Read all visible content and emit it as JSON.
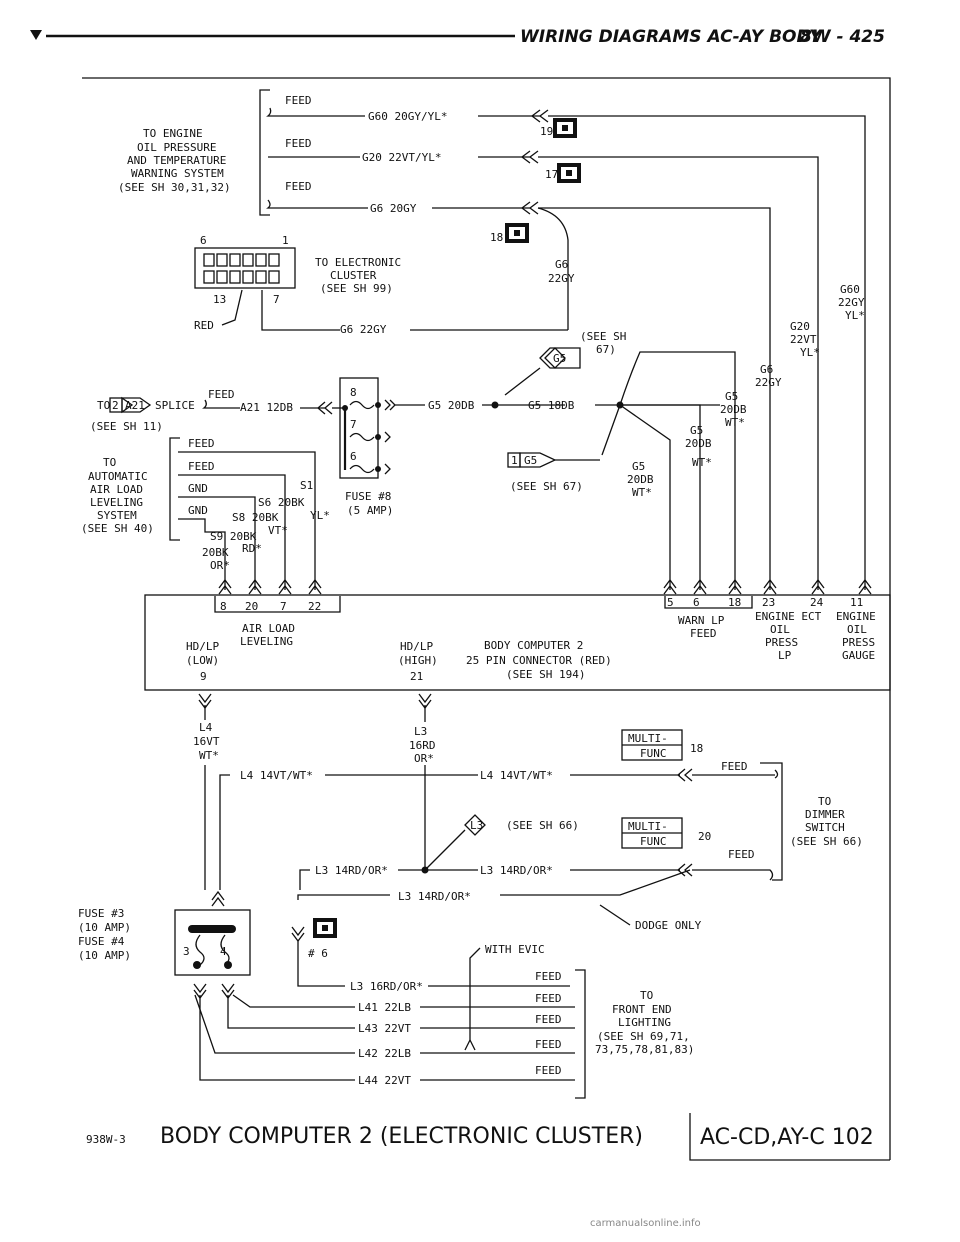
{
  "header": {
    "title": "WIRING DIAGRAMS AC-AY BODY",
    "page": "8W - 425"
  },
  "oil_system": {
    "lines": [
      "TO ENGINE",
      "OIL PRESSURE",
      "AND TEMPERATURE",
      "WARNING SYSTEM",
      "(SEE SH 30,31,32)"
    ],
    "feed": "FEED",
    "wire_g60": "G60 20GY/YL*",
    "wire_g20": "G20 22VT/YL*",
    "wire_g6": "G6 20GY",
    "conn_19": "19",
    "conn_17": "17",
    "conn_18": "18"
  },
  "cluster": {
    "pin_6": "6",
    "pin_1": "1",
    "pin_13": "13",
    "pin_7": "7",
    "lines": [
      "TO ELECTRONIC",
      "CLUSTER",
      "(SEE SH 99)"
    ],
    "red": "RED",
    "wire_g6_22gy": "G6 22GY",
    "g6": "G6",
    "g6_gauge": "22GY"
  },
  "splice": {
    "to": "TO",
    "splice_num": "2",
    "splice_id": "A21",
    "splice_text": "SPLICE",
    "feed": "FEED",
    "wire_a21": "A21 12DB",
    "see": "(SEE SH 11)"
  },
  "fuse8": {
    "pin8": "8",
    "pin7": "7",
    "pin6": "6",
    "label": "FUSE #8",
    "amp": "(5 AMP)",
    "wire_g5": "G5 20DB"
  },
  "g5": {
    "wire_18db": "G5 18DB",
    "see67_a": "(SEE SH",
    "see67_b": "67)",
    "marker": "G5",
    "marker2_num": "1",
    "marker2": "G5",
    "see67_c": "(SEE SH 67)",
    "g5_a": "G5",
    "g5_a2": "20DB",
    "g5_a3": "WT*",
    "g5_b": "G5",
    "g5_b2": "20DB",
    "g5_b3": "WT*",
    "g5_c": "G5",
    "g5_c2": "20DB",
    "g5_c3": "WT*",
    "g6": "G6",
    "g6b": "22GY",
    "g20": "G20",
    "g20b": "22VT",
    "g20c": "YL*",
    "g60": "G60",
    "g60b": "22GY",
    "g60c": "YL*"
  },
  "leveling": {
    "lines": [
      "TO",
      "AUTOMATIC",
      "AIR LOAD",
      "LEVELING",
      "SYSTEM",
      "(SEE SH 40)"
    ],
    "feed1": "FEED",
    "feed2": "FEED",
    "gnd1": "GND",
    "gnd2": "GND",
    "s1": "S1",
    "s6": "S6 20BK",
    "s6c": "YL*",
    "s8": "S8 20BK",
    "s8c": "VT*",
    "s9": "S9 20BK",
    "s9c": "RD*",
    "s9d": "20BK",
    "s9e": "OR*"
  },
  "computer": {
    "pins_left": [
      "8",
      "20",
      "7",
      "22"
    ],
    "pins_right": [
      "5",
      "6",
      "18",
      "23",
      "24",
      "11"
    ],
    "hdlp_low": "HD/LP",
    "hdlp_low2": "(LOW)",
    "hdlp_low3": "9",
    "air_load": "AIR LOAD",
    "leveling": "LEVELING",
    "hdlp_high": "HD/LP",
    "hdlp_high2": "(HIGH)",
    "hdlp_high3": "21",
    "body": "BODY COMPUTER 2",
    "connector": "25 PIN CONNECTOR (RED)",
    "see": "(SEE SH 194)",
    "warn": "WARN LP",
    "warn2": "FEED",
    "ect": "ENGINE ECT",
    "ect2": "OIL",
    "ect3": "PRESS",
    "ect4": "LP",
    "engine": "ENGINE",
    "engine2": "OIL",
    "engine3": "PRESS",
    "engine4": "GAUGE"
  },
  "lower": {
    "l4": "L4",
    "l4b": "16VT",
    "l4c": "WT*",
    "l3": "L3",
    "l3b": "16RD",
    "l3c": "OR*",
    "multi_a": "MULTI-",
    "multi_b": "FUNC",
    "m18": "18",
    "m20": "20",
    "feed": "FEED",
    "l4_14a": "L4 14VT/WT*",
    "l4_14b": "L4 14VT/WT*",
    "l3_see": "L3",
    "see66": "(SEE SH 66)",
    "dimmer": [
      "TO",
      "DIMMER",
      "SWITCH",
      "(SEE SH 66)"
    ],
    "l3_14a": "L3 14RD/OR*",
    "l3_14b": "L3 14RD/OR*",
    "l3_14c": "L3 14RD/OR*",
    "dodge": "DODGE ONLY",
    "fuse3": "FUSE #3",
    "fuse3b": "(10 AMP)",
    "fuse4": "FUSE #4",
    "fuse4b": "(10 AMP)",
    "f3": "3",
    "f4": "4",
    "num6": "# 6",
    "with_evic": "WITH EVIC",
    "l3_16": "L3 16RD/OR*",
    "l41": "L41 22LB",
    "l43": "L43 22VT",
    "l42": "L42 22LB",
    "l44": "L44 22VT",
    "front": [
      "TO",
      "FRONT END",
      "LIGHTING",
      "(SEE SH 69,71,",
      "73,75,78,81,83)"
    ]
  },
  "footer": {
    "code": "938W-3",
    "title": "BODY COMPUTER 2 (ELECTRONIC CLUSTER)",
    "box": "AC-CD,AY-C 102"
  },
  "watermark": "carmanualsonline.info"
}
